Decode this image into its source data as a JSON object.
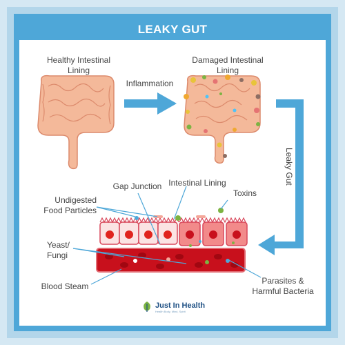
{
  "title": "LEAKY GUT",
  "labels": {
    "healthy": "Healthy Intestinal Lining",
    "damaged": "Damaged Intestinal Lining",
    "inflammation": "Inflammation",
    "leaky_gut": "Leaky Gut",
    "gap_junction": "Gap Junction",
    "intestinal_lining": "Intestinal Lining",
    "toxins": "Toxins",
    "undigested_line1": "Undigested",
    "undigested_line2": "Food Particles",
    "yeast_line1": "Yeast/",
    "yeast_line2": "Fungi",
    "blood_stream": "Blood Steam",
    "parasites_line1": "Parasites &",
    "parasites_line2": "Harmful Bacteria"
  },
  "brand": {
    "name": "Just In Health",
    "tagline": "Health Body, Mind, Spirit"
  },
  "colors": {
    "accent": "#4ea7d8",
    "intestine": "#f4b99a",
    "blood": "#c8101c",
    "cell_wall": "#d8475a"
  }
}
